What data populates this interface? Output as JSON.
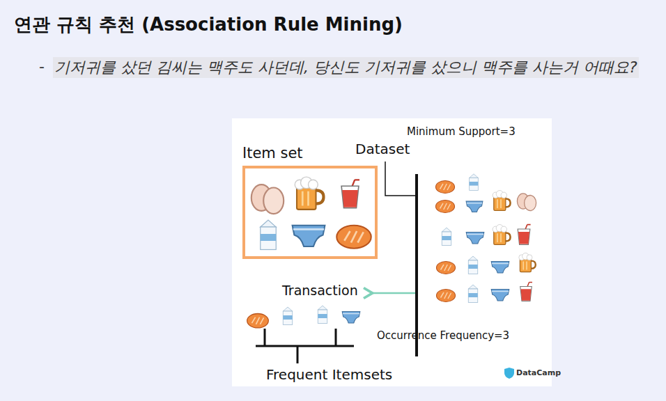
{
  "diagram": {
    "title": "연관 규칙 추천 (Association Rule Mining)",
    "nodes": [
      {
        "text": [
          "Item set"
        ]
      }
    ],
    "labels": [
      "-",
      "기저귀를 샀던 김씨는 맥주도 사던데, 당신도 기저귀를 샀으니 맥주를 사는거 어때요?",
      "Dataset",
      "Minimum Support=3",
      "Transaction",
      "Occurrence Frequency=3",
      "Frequent Itemsets",
      "DataCamp"
    ]
  }
}
